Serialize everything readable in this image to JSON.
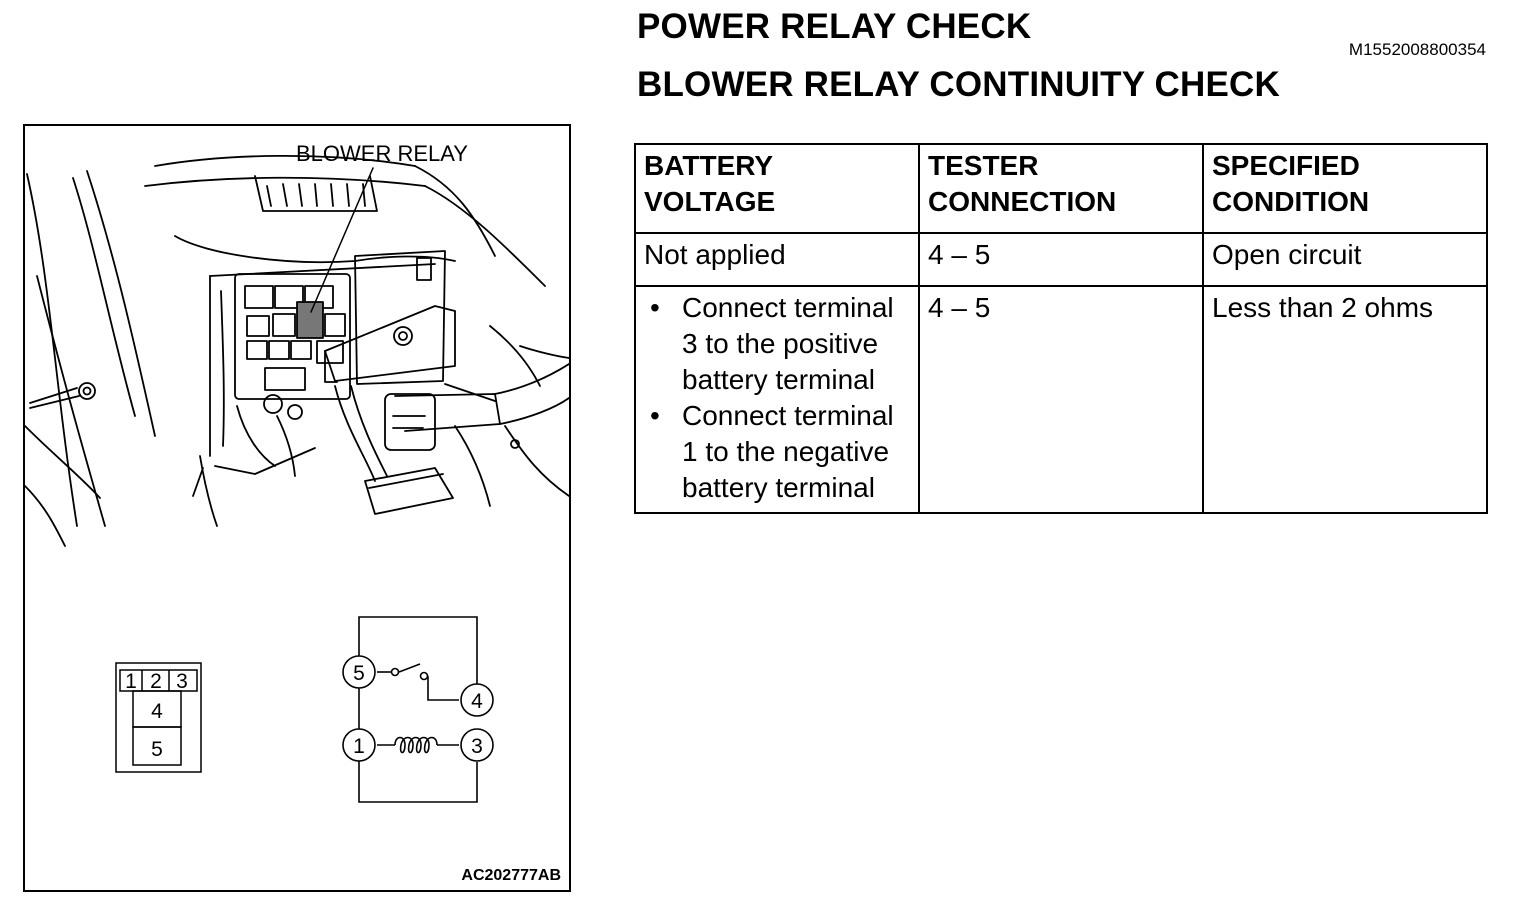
{
  "header": {
    "title": "POWER RELAY CHECK",
    "subtitle": "BLOWER RELAY CONTINUITY CHECK",
    "doc_id": "M1552008800354"
  },
  "figure": {
    "callout_label": "BLOWER RELAY",
    "figure_code": "AC202777AB",
    "connector_pins": [
      "1",
      "2",
      "3",
      "4",
      "5"
    ],
    "circuit_terminals": [
      "5",
      "4",
      "1",
      "3"
    ]
  },
  "table": {
    "headers": {
      "battery_voltage": "BATTERY VOLTAGE",
      "tester_connection": "TESTER CONNECTION",
      "specified_condition": "SPECIFIED CONDITION"
    },
    "rows": [
      {
        "battery_voltage": "Not applied",
        "tester_connection": "4 – 5",
        "specified_condition": "Open circuit"
      },
      {
        "battery_voltage_items": [
          "Connect terminal 3 to the positive battery terminal",
          "Connect terminal 1 to the negative battery terminal"
        ],
        "tester_connection": "4 – 5",
        "specified_condition": "Less than 2 ohms"
      }
    ]
  }
}
